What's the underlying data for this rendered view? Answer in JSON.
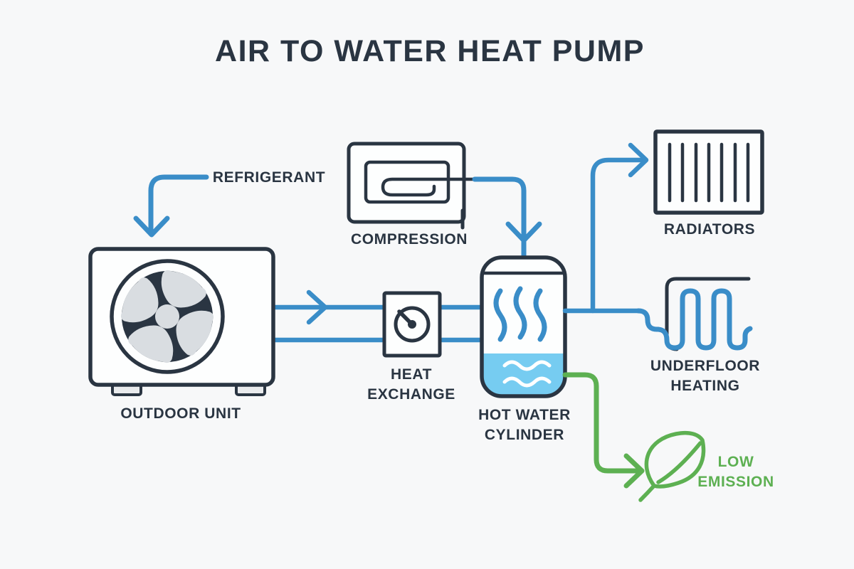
{
  "title": "AIR TO WATER HEAT PUMP",
  "labels": {
    "refrigerant": "REFRIGERANT",
    "outdoor_unit": "OUTDOOR UNIT",
    "compression": "COMPRESSION",
    "heat_exchange": {
      "line1": "HEAT",
      "line2": "EXCHANGE"
    },
    "hot_water_cylinder": {
      "line1": "HOT WATER",
      "line2": "CYLINDER"
    },
    "radiators": "RADIATORS",
    "underfloor_heating": {
      "line1": "UNDERFLOOR",
      "line2": "HEATING"
    },
    "low_emission": {
      "line1": "LOW",
      "line2": "EMISSION"
    }
  },
  "colors": {
    "pipe_blue": "#3a8dc8",
    "eco_green": "#5db052",
    "line_dark": "#2a3542",
    "water_blue": "#76ccf1",
    "blade_gray": "#d9dde1",
    "background": "#f7f8f9"
  },
  "connections": [
    {
      "from": "refrigerant",
      "to": "outdoor-unit",
      "color": "blue",
      "arrow": true
    },
    {
      "from": "outdoor-unit",
      "to": "hot-water-cylinder",
      "via": "heat-exchange",
      "color": "blue",
      "arrow": true
    },
    {
      "from": "hot-water-cylinder",
      "to": "outdoor-unit",
      "via": "heat-exchange",
      "color": "blue",
      "arrow": false
    },
    {
      "from": "compression",
      "to": "hot-water-cylinder",
      "color": "blue",
      "arrow": true
    },
    {
      "from": "hot-water-cylinder",
      "to": "radiators",
      "color": "blue",
      "arrow": true
    },
    {
      "from": "hot-water-cylinder",
      "to": "underfloor-heating",
      "color": "blue",
      "arrow": false
    },
    {
      "from": "hot-water-cylinder",
      "to": "low-emission",
      "color": "green",
      "arrow": true
    }
  ]
}
